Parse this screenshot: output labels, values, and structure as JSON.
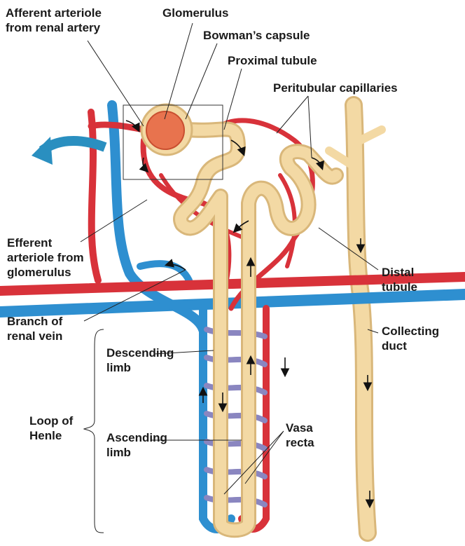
{
  "labels": {
    "afferent": [
      "Afferent arteriole",
      "from renal artery"
    ],
    "glomerulus": "Glomerulus",
    "bowman": "Bowman’s capsule",
    "proximal": "Proximal tubule",
    "peritubular": "Peritubular capillaries",
    "efferent": [
      "Efferent",
      "arteriole from",
      "glomerulus"
    ],
    "distal": [
      "Distal",
      "tubule"
    ],
    "vein": [
      "Branch of",
      "renal vein"
    ],
    "collecting": [
      "Collecting",
      "duct"
    ],
    "descending": [
      "Descending",
      "limb"
    ],
    "loop": [
      "Loop of",
      "Henle"
    ],
    "ascending": [
      "Ascending",
      "limb"
    ],
    "vasa": [
      "Vasa",
      "recta"
    ]
  },
  "colors": {
    "artery": "#d8323a",
    "vein": "#2e8fd0",
    "tubule": "#f3d9a4",
    "tubule_edge": "#d9b77a",
    "capillary_mix": "#8a86c0",
    "arrow_out": "#2a8fc0",
    "glomerulus": "#e8734e"
  }
}
